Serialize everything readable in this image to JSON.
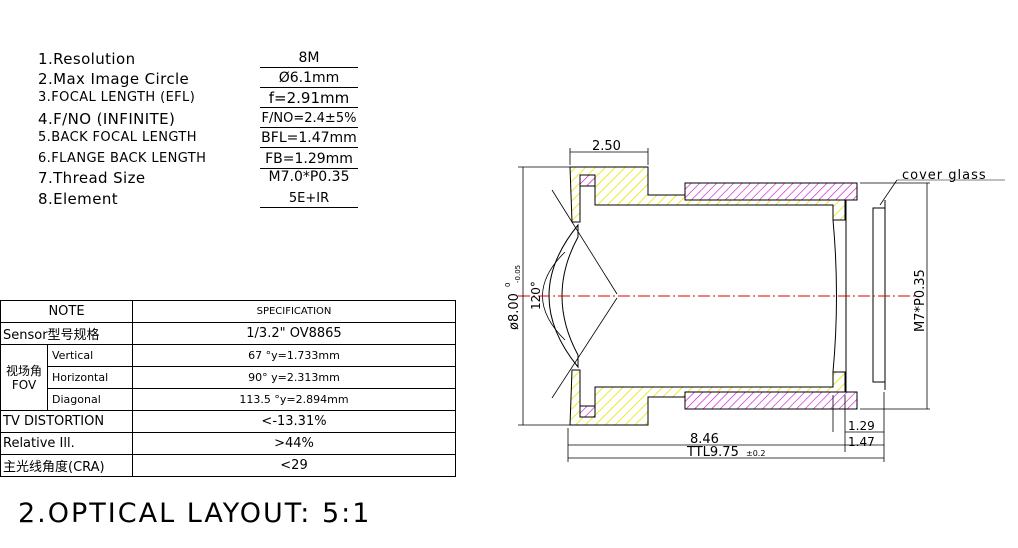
{
  "specs": [
    {
      "label": "1.Resolution",
      "value": "8M"
    },
    {
      "label": "2.Max Image Circle",
      "value": "Ø6.1mm"
    },
    {
      "label": "3.FOCAL LENGTH (EFL)",
      "value": "f=2.91mm"
    },
    {
      "label": "4.F/NO (INFINITE)",
      "value": "F/NO=2.4±5%"
    },
    {
      "label": "5.BACK FOCAL LENGTH",
      "value": "BFL=1.47mm"
    },
    {
      "label": "6.FLANGE BACK LENGTH",
      "value": "FB=1.29mm"
    },
    {
      "label": "7.Thread Size",
      "value": "M7.0*P0.35"
    },
    {
      "label": "8.Element",
      "value": "5E+IR"
    }
  ],
  "table": {
    "header_note": "NOTE",
    "header_spec": "SPECIFICATION",
    "sensor_label": "Sensor型号规格",
    "sensor_value": "1/3.2\" OV8865",
    "fov_label_line1": "视场角",
    "fov_label_line2": "FOV",
    "fov_vertical_label": "Vertical",
    "fov_vertical_value": "67 °y=1.733mm",
    "fov_horizontal_label": "Horizontal",
    "fov_horizontal_value": "90° y=2.313mm",
    "fov_diagonal_label": "Diagonal",
    "fov_diagonal_value": "113.5 °y=2.894mm",
    "tv_label": "TV DISTORTION",
    "tv_value": "<-13.31%",
    "rel_label": "Relative Ill.",
    "rel_value": ">44%",
    "cra_label": "主光线角度(CRA)",
    "cra_value": "<29"
  },
  "section_title": "2.OPTICAL LAYOUT: 5:1",
  "drawing": {
    "dim_top": "2.50",
    "dim_diameter": "ø8.00",
    "dim_diameter_tol_upper": "0",
    "dim_diameter_tol_lower": "-0.05",
    "dim_angle": "120°",
    "dim_thread": "M7*P0.35",
    "dim_fb": "1.29",
    "dim_bfl": "1.47",
    "dim_length": "8.46",
    "dim_ttl": "TTL9.75",
    "dim_ttl_tol": "±0.2",
    "cover_glass_label": "cover glass",
    "colors": {
      "yellow_hatch": "#e6e600",
      "magenta_hatch": "#cc00cc",
      "axis": "#dd0000"
    }
  }
}
